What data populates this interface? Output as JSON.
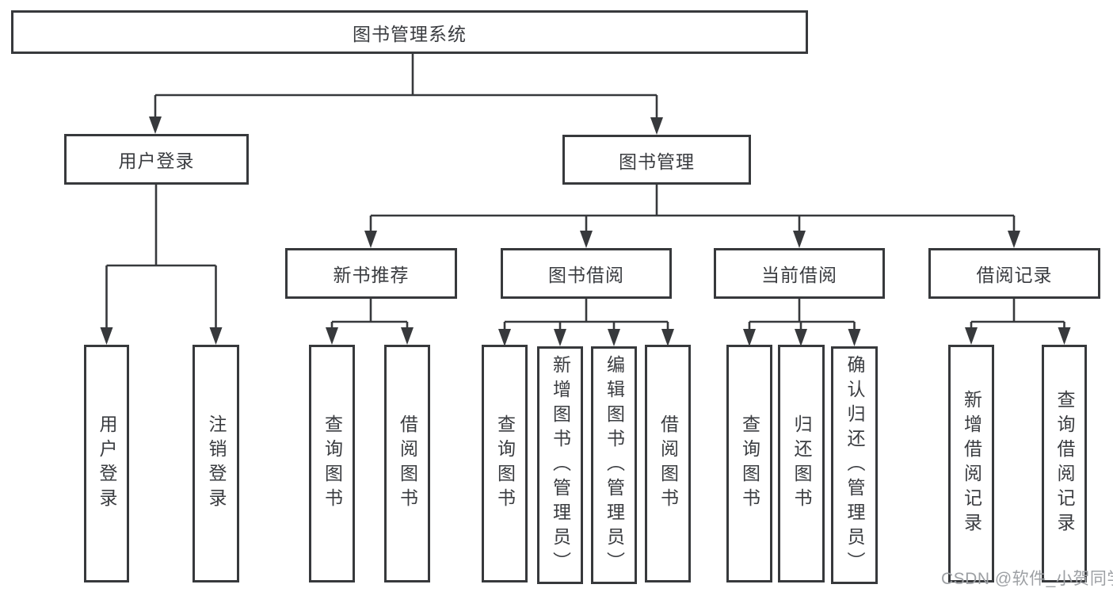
{
  "tree": {
    "root": "图书管理系统",
    "branches": [
      {
        "label": "用户登录",
        "children": [
          "用户登录",
          "注销登录"
        ]
      },
      {
        "label": "图书管理",
        "groups": [
          {
            "label": "新书推荐",
            "children": [
              "查询图书",
              "借阅图书"
            ]
          },
          {
            "label": "图书借阅",
            "children": [
              "查询图书",
              "新增图书（管理员）",
              "编辑图书（管理员）",
              "借阅图书"
            ]
          },
          {
            "label": "当前借阅",
            "children": [
              "查询图书",
              "归还图书",
              "确认归还（管理员）"
            ]
          },
          {
            "label": "借阅记录",
            "children": [
              "新增借阅记录",
              "查询借阅记录"
            ]
          }
        ]
      }
    ]
  },
  "watermark": "CSDN @软件_小贺同学",
  "colors": {
    "line": "#37393c",
    "text": "#3a3c40",
    "watermark": "#9da0a4",
    "background": "#ffffff"
  }
}
